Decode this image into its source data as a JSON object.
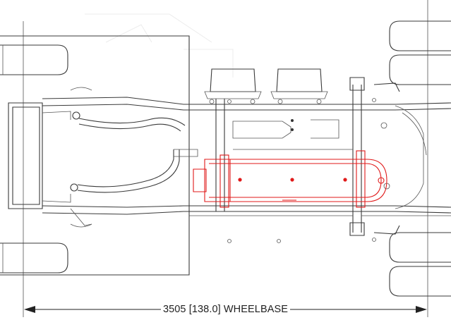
{
  "drawing": {
    "wheelbase_label": "3505 [138.0] WHEELBASE",
    "wheelbase_mm": 3505,
    "wheelbase_in": 138.0,
    "line_color": "#3a3a3a",
    "highlight_color": "#e01a1a",
    "background": "#ffffff"
  }
}
